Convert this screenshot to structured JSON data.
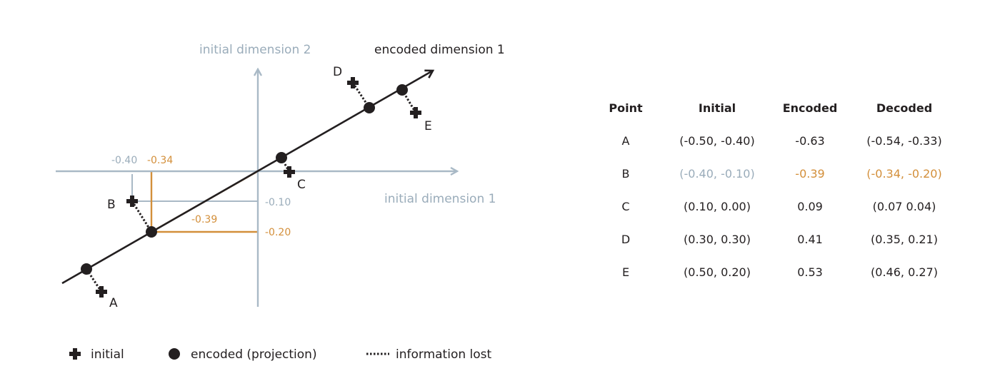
{
  "colors": {
    "axis": "#a9b9c6",
    "axis_text": "#9aacba",
    "projection": "#d38f3a",
    "dark": "#231f20"
  },
  "axes": {
    "initial_dim1": "initial dimension 1",
    "initial_dim2": "initial dimension 2",
    "encoded_dim1": "encoded dimension 1"
  },
  "points": [
    {
      "label": "A",
      "initial": [
        -0.5,
        -0.4
      ],
      "encoded": -0.63
    },
    {
      "label": "B",
      "initial": [
        -0.4,
        -0.1
      ],
      "encoded": -0.39
    },
    {
      "label": "C",
      "initial": [
        0.1,
        0.0
      ],
      "encoded": 0.09
    },
    {
      "label": "D",
      "initial": [
        0.3,
        0.3
      ],
      "encoded": 0.41
    },
    {
      "label": "E",
      "initial": [
        0.5,
        0.2
      ],
      "encoded": 0.53
    }
  ],
  "annotations": {
    "b_x_initial": "-0.40",
    "b_x_decoded": "-0.34",
    "b_y_initial": "-0.10",
    "b_y_decoded": "-0.20",
    "b_encoded": "-0.39"
  },
  "legend": {
    "initial": "initial",
    "encoded": "encoded (projection)",
    "lost": "information lost"
  },
  "table": {
    "headers": [
      "Point",
      "Initial",
      "Encoded",
      "Decoded"
    ],
    "rows": [
      {
        "point": "A",
        "initial": "(-0.50, -0.40)",
        "encoded": "-0.63",
        "decoded": "(-0.54, -0.33)"
      },
      {
        "point": "B",
        "initial": "(-0.40, -0.10)",
        "encoded": "-0.39",
        "decoded": "(-0.34, -0.20)"
      },
      {
        "point": "C",
        "initial": "(0.10, 0.00)",
        "encoded": "0.09",
        "decoded": "(0.07 0.04)"
      },
      {
        "point": "D",
        "initial": "(0.30, 0.30)",
        "encoded": "0.41",
        "decoded": "(0.35, 0.21)"
      },
      {
        "point": "E",
        "initial": "(0.50, 0.20)",
        "encoded": "0.53",
        "decoded": "(0.46, 0.27)"
      }
    ]
  }
}
